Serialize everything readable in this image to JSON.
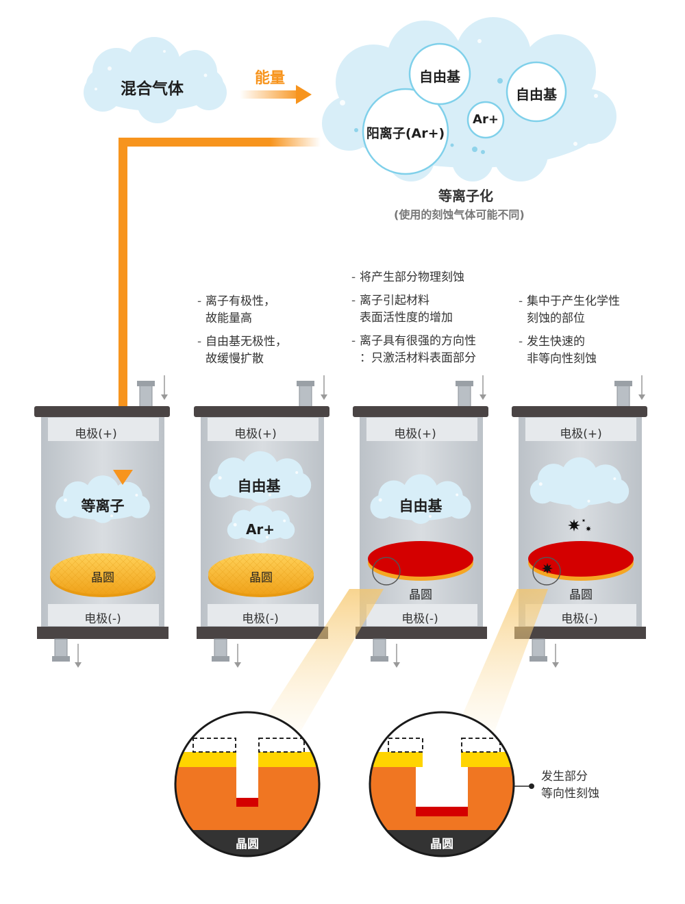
{
  "top": {
    "mixed_gas": "混合气体",
    "energy": "能量",
    "radical_1": "自由基",
    "radical_2": "自由基",
    "cation": "阳离子(Ar+)",
    "ar_plus": "Ar+",
    "plasmaization": "等离子化",
    "plasmaization_note": "(使用的刻蚀气体可能不同)"
  },
  "notes": {
    "col2": [
      {
        "line1": "离子有极性，",
        "line2": "故能量高"
      },
      {
        "line1": "自由基无极性，",
        "line2": "故缓慢扩散"
      }
    ],
    "col3": [
      {
        "line1": "将产生部分物理刻蚀",
        "line2": ""
      },
      {
        "line1": "离子引起材料",
        "line2": "表面活性度的增加"
      },
      {
        "line1": "离子具有很强的方向性",
        "line2": "：只激活材料表面部分"
      }
    ],
    "col4": [
      {
        "line1": "集中于产生化学性",
        "line2": "刻蚀的部位"
      },
      {
        "line1": "发生快速的",
        "line2": "非等向性刻蚀"
      }
    ]
  },
  "chambers": [
    {
      "top_electrode": "电极(+)",
      "bottom_electrode": "电极(-)",
      "cloud_label": "等离子",
      "wafer": "晶圆"
    },
    {
      "top_electrode": "电极(+)",
      "bottom_electrode": "电极(-)",
      "cloud_label": "自由基",
      "cloud_label_2": "Ar+",
      "wafer": "晶圆"
    },
    {
      "top_electrode": "电极(+)",
      "bottom_electrode": "电极(-)",
      "cloud_label": "自由基",
      "wafer": "晶圆"
    },
    {
      "top_electrode": "电极(+)",
      "bottom_electrode": "电极(-)",
      "cloud_label": "",
      "wafer": "晶圆"
    }
  ],
  "zoom": {
    "left_wafer": "晶圆",
    "right_wafer": "晶圆",
    "annotation_line1": "发生部分",
    "annotation_line2": "等向性刻蚀"
  },
  "colors": {
    "arrow_orange": "#f7941d",
    "energy_text": "#f7941d",
    "cloud_fill": "#d8eef8",
    "chamber_body": "#c9ced3",
    "chamber_cap": "#4a4444",
    "wafer_gold": "#f5b324",
    "etched_red": "#d40000",
    "substrate_orange": "#f07622",
    "mask_yellow": "#ffd400",
    "base_dark": "#333333"
  }
}
